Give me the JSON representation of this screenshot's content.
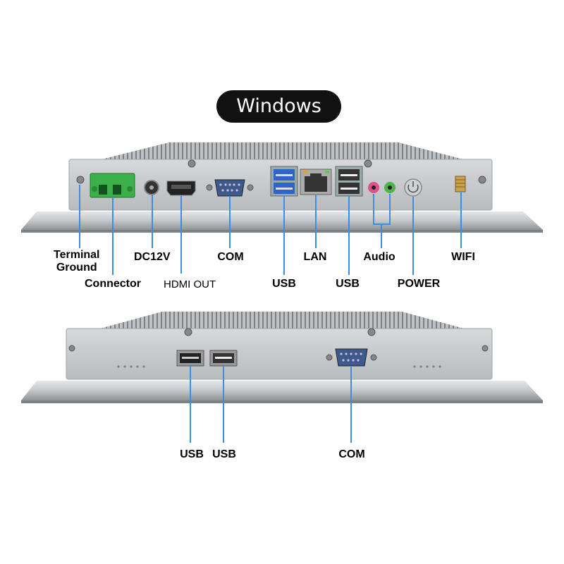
{
  "title": "Windows",
  "top_panel": {
    "labels": {
      "terminal_ground_line1": "Terminal",
      "terminal_ground_line2": "Ground",
      "connector": "Connector",
      "dc12v": "DC12V",
      "hdmi_out": "HDMI OUT",
      "com": "COM",
      "usb_left": "USB",
      "lan": "LAN",
      "usb_right": "USB",
      "audio": "Audio",
      "power": "POWER",
      "wifi": "WIFI"
    }
  },
  "bottom_panel": {
    "labels": {
      "usb_1": "USB",
      "usb_2": "USB",
      "com": "COM"
    }
  },
  "colors": {
    "badge": "#111111",
    "callout_line": "#3a8ee6",
    "chassis": "#c9cbcd",
    "terminal_block": "#3cb04a",
    "usb3": "#2c64c8",
    "audio_pink": "#e0508a",
    "audio_green": "#4bb44b"
  }
}
